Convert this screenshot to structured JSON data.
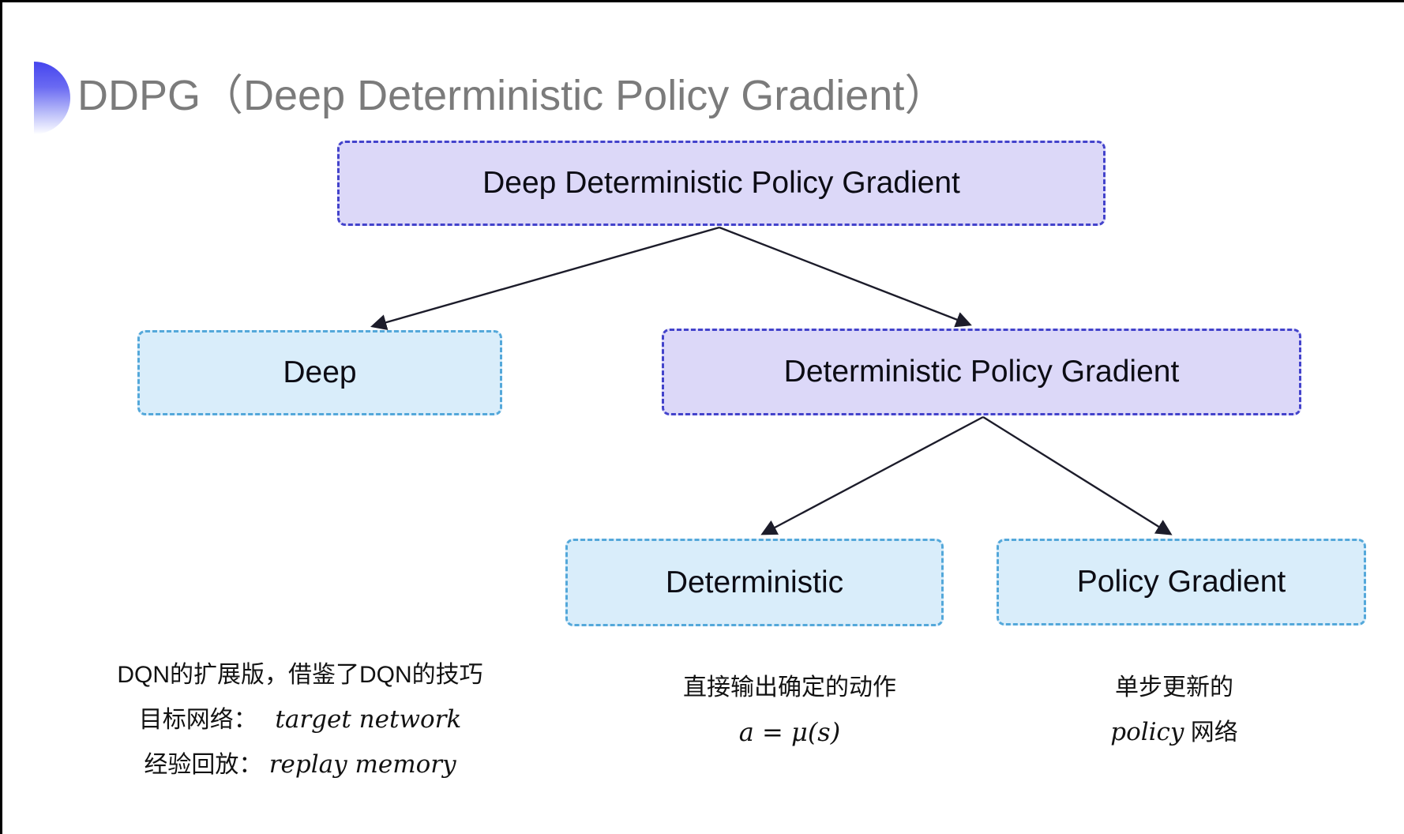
{
  "header": {
    "title": "DDPG（Deep Deterministic Policy Gradient）",
    "icon": "blue-half-disc"
  },
  "tree": {
    "root": {
      "label": "Deep Deterministic Policy Gradient"
    },
    "children": [
      {
        "label": "Deep"
      },
      {
        "label": "Deterministic Policy Gradient"
      }
    ],
    "grandchildren": [
      {
        "label": "Deterministic"
      },
      {
        "label": "Policy Gradient"
      }
    ]
  },
  "notes": {
    "deep": {
      "line1": "DQN的扩展版，借鉴了DQN的技巧",
      "line2_cjk": "目标网络：",
      "line2_en": "target network",
      "line3_cjk": "经验回放：",
      "line3_en": "replay memory"
    },
    "deterministic": {
      "line1": "直接输出确定的动作",
      "line2": "a = μ(s)"
    },
    "policy_gradient": {
      "line1": "单步更新的",
      "line2_en": "policy",
      "line2_cjk": " 网络"
    }
  },
  "colors": {
    "purple_node_fill": "#dcd8f8",
    "purple_node_border": "#4343cb",
    "blue_node_fill": "#d9edfa",
    "blue_node_border": "#54a8da",
    "title_gray": "#7b7b7b",
    "arrow": "#1c1c2a",
    "icon_blue": "#4545ee"
  }
}
